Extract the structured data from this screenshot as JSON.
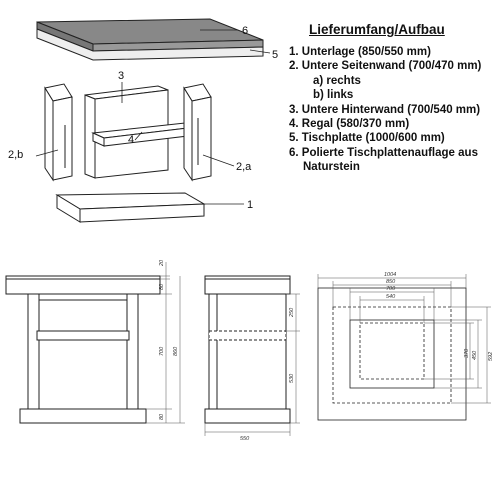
{
  "legend": {
    "title": "Lieferumfang/Aufbau",
    "items": [
      "1. Unterlage (850/550 mm)",
      "2. Untere Seitenwand (700/470 mm)",
      "a) rechts",
      "b) links",
      "3. Untere Hinterwand (700/540 mm)",
      "4. Regal (580/370 mm)",
      "5. Tischplatte (1000/600 mm)",
      "6. Polierte Tischplattenauflage aus",
      "Naturstein"
    ]
  },
  "callouts": {
    "c1": "1",
    "c2a": "2,a",
    "c2b": "2,b",
    "c3": "3",
    "c4": "4",
    "c5": "5",
    "c6": "6"
  },
  "dims": {
    "front": [
      "20",
      "80",
      "700",
      "860",
      "80"
    ],
    "side": [
      "250",
      "530",
      "550"
    ],
    "top": [
      "1004",
      "850",
      "700",
      "540",
      "370",
      "450",
      "592"
    ]
  },
  "colors": {
    "stone": "#888888",
    "panel": "#ffffff",
    "line": "#222222",
    "dim_line": "#555555"
  }
}
